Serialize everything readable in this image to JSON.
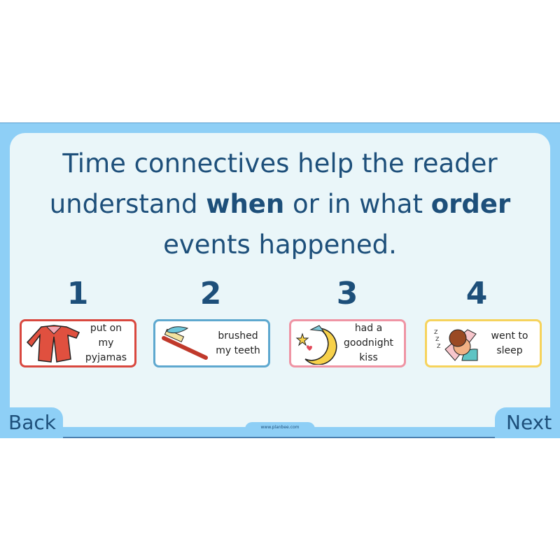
{
  "title": {
    "line1": "Time connectives help the reader",
    "line2_pre": "understand ",
    "line2_bold1": "when",
    "line2_mid": " or in what ",
    "line2_bold2": "order",
    "line3": "events happened."
  },
  "steps": [
    {
      "number": "1",
      "line1": "put on my",
      "line2": "pyjamas",
      "icon": "pyjamas-icon",
      "border_color": "#d9483f"
    },
    {
      "number": "2",
      "line1": "brushed",
      "line2": "my teeth",
      "icon": "toothbrush-icon",
      "border_color": "#5ea8cf"
    },
    {
      "number": "3",
      "line1": "had a",
      "line2": "goodnight",
      "line3": "kiss",
      "icon": "moon-icon",
      "border_color": "#ef94a4"
    },
    {
      "number": "4",
      "line1": "went to",
      "line2": "sleep",
      "icon": "sleeping-child-icon",
      "border_color": "#f6d35c"
    }
  ],
  "nav": {
    "back": "Back",
    "next": "Next"
  },
  "footer": {
    "url": "www.planbee.com"
  },
  "colors": {
    "frame": "#8ecff6",
    "panel": "#eaf6f9",
    "text": "#1d4f7a"
  }
}
